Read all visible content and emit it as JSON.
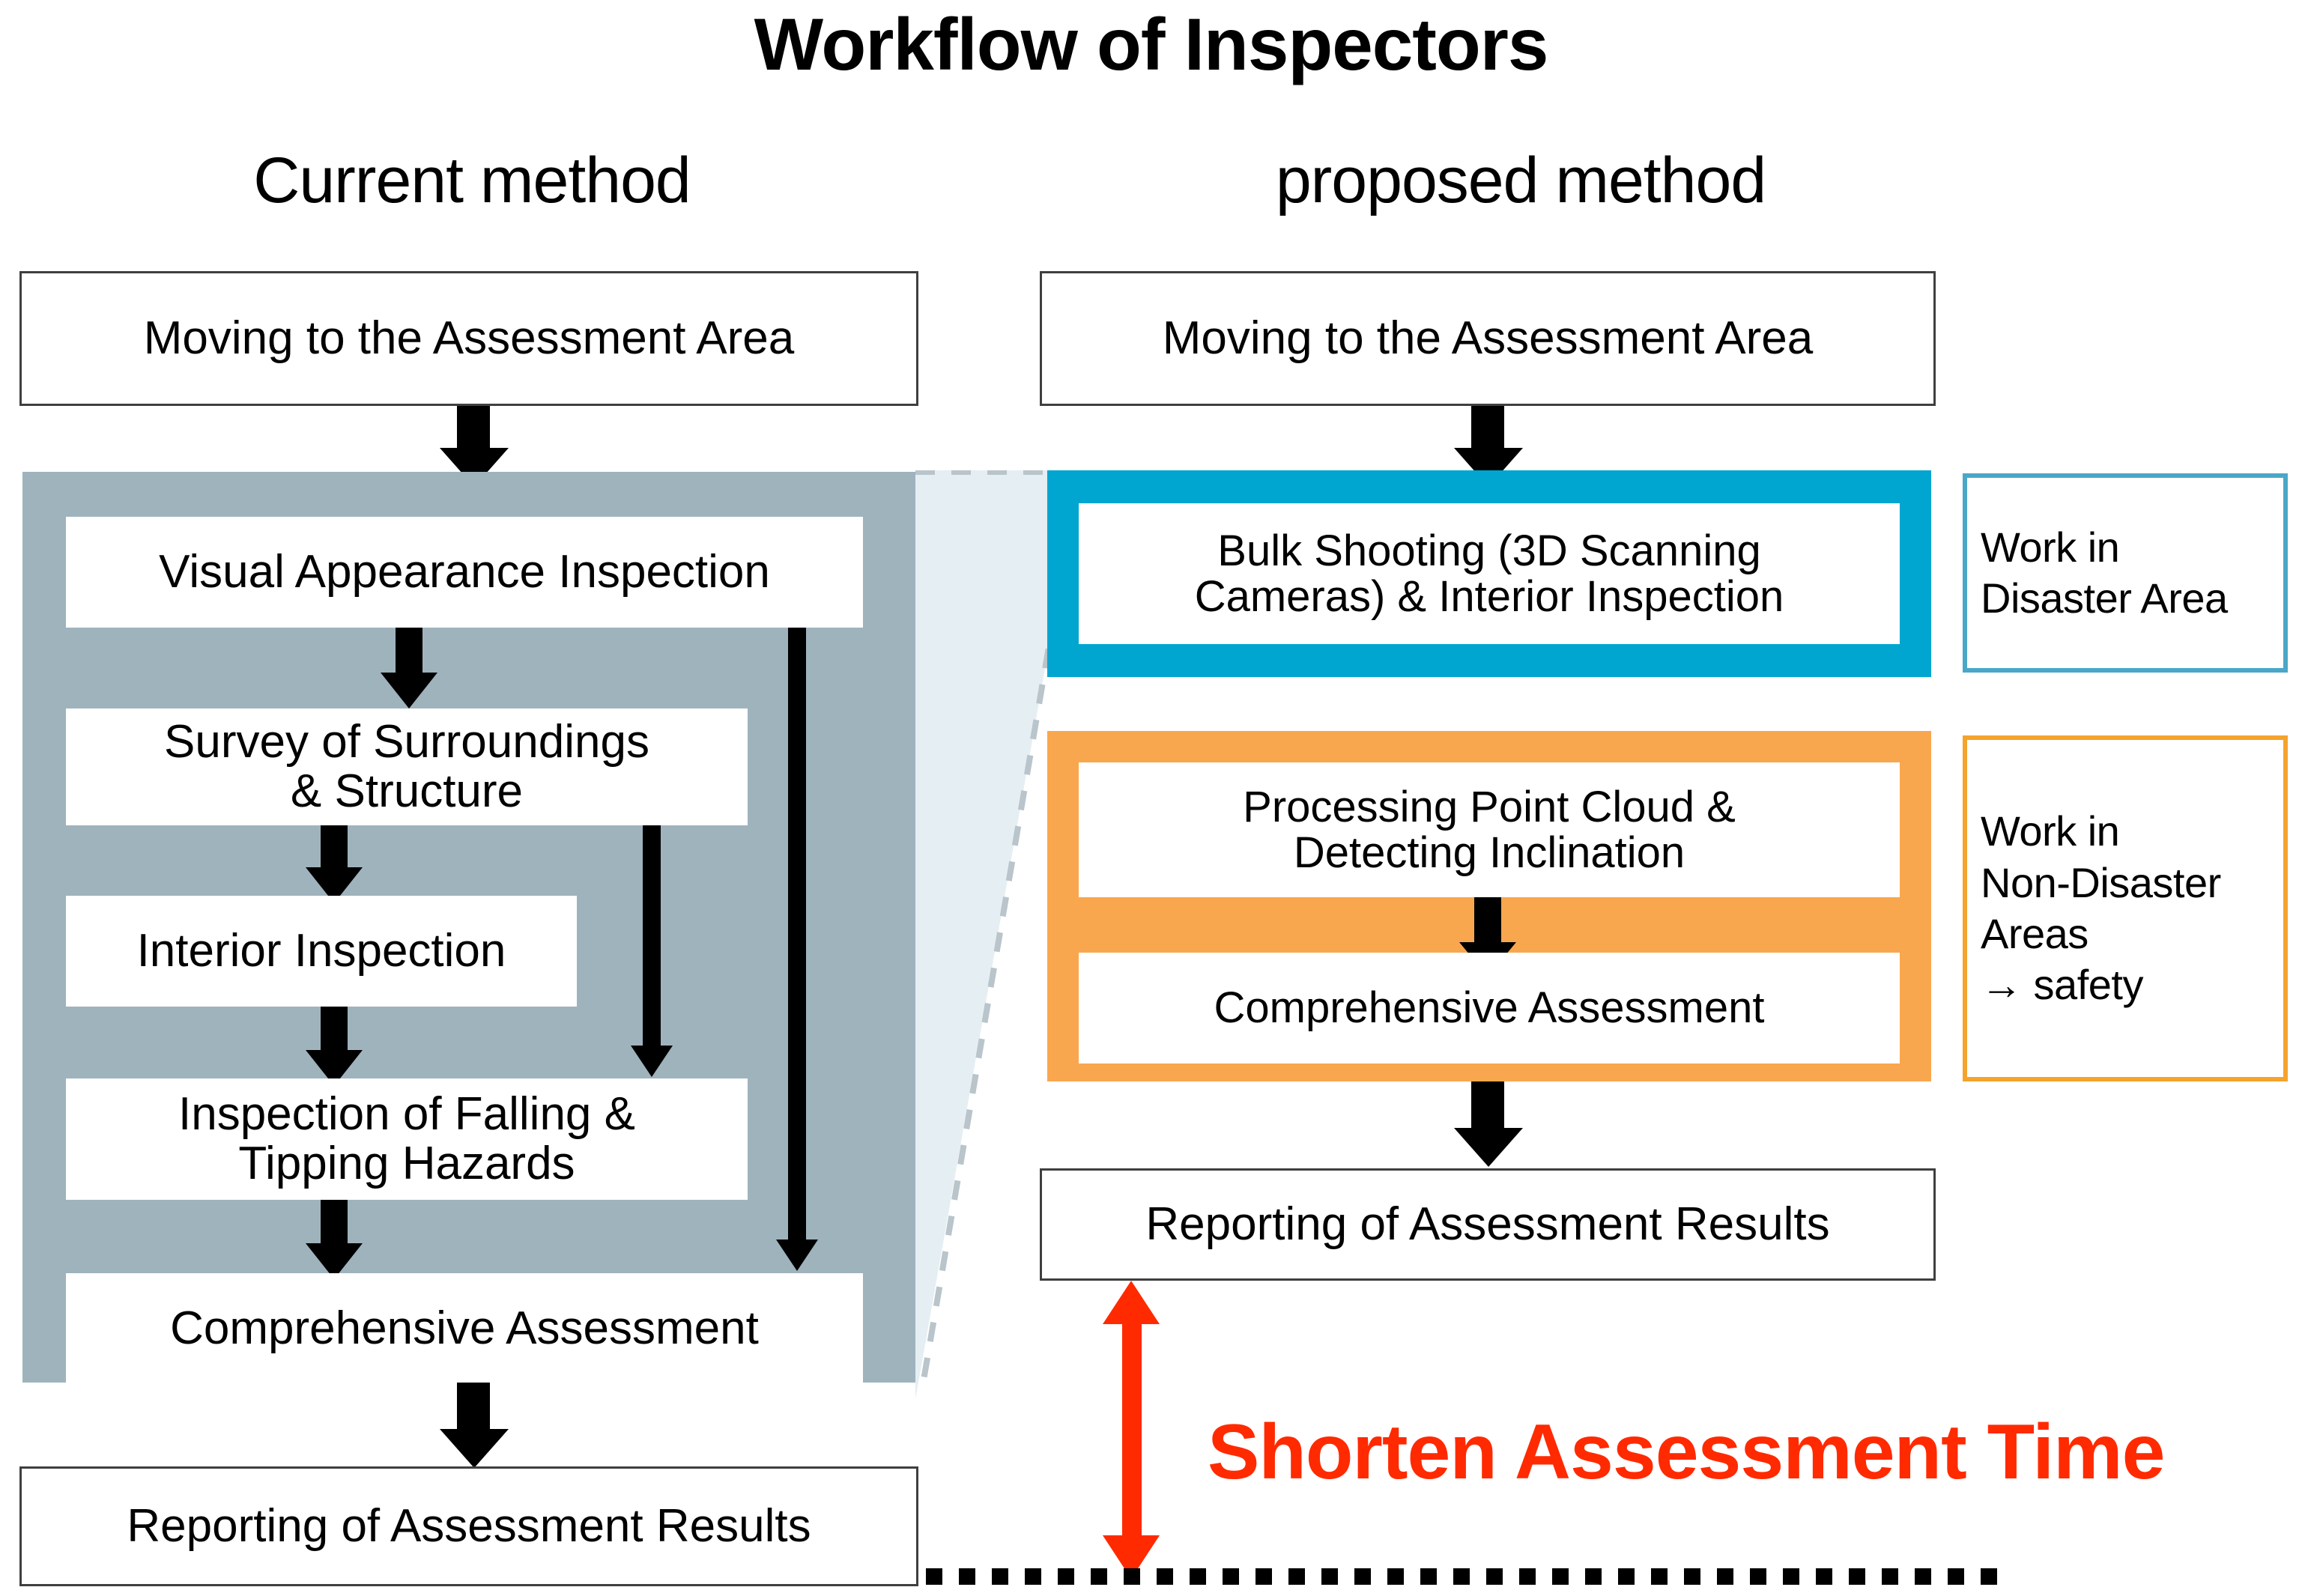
{
  "title": "Workflow of Inspectors",
  "columns": {
    "left": {
      "heading": "Current method",
      "start_box": "Moving to the Assessment Area",
      "group_steps": [
        "Visual Appearance Inspection",
        "Survey of Surroundings\n& Structure",
        "Interior Inspection",
        "Inspection of Falling &\nTipping Hazards",
        "Comprehensive Assessment"
      ],
      "end_box": "Reporting of Assessment Results"
    },
    "right": {
      "heading": "proposed method",
      "start_box": "Moving to the Assessment Area",
      "teal_group": {
        "step": "Bulk Shooting (3D Scanning\nCameras) & Interior Inspection",
        "note": "Work in\nDisaster Area"
      },
      "orange_group": {
        "steps": [
          "Processing Point Cloud &\nDetecting Inclination",
          "Comprehensive Assessment"
        ],
        "note": "Work in\nNon-Disaster\nAreas\n→ safety"
      },
      "end_box": "Reporting of Assessment Results"
    }
  },
  "callout": {
    "label": "Shorten Assessment Time"
  },
  "colors": {
    "gray_group": "#9fb3bd",
    "teal_group": "#00a6cf",
    "orange_group": "#f9a74f",
    "teal_note_border": "#4aa7c8",
    "orange_note_border": "#f5a32d",
    "callout_red": "#ff2a00",
    "wedge": "#e4eef3",
    "box_outline": "#3f3f3f"
  }
}
